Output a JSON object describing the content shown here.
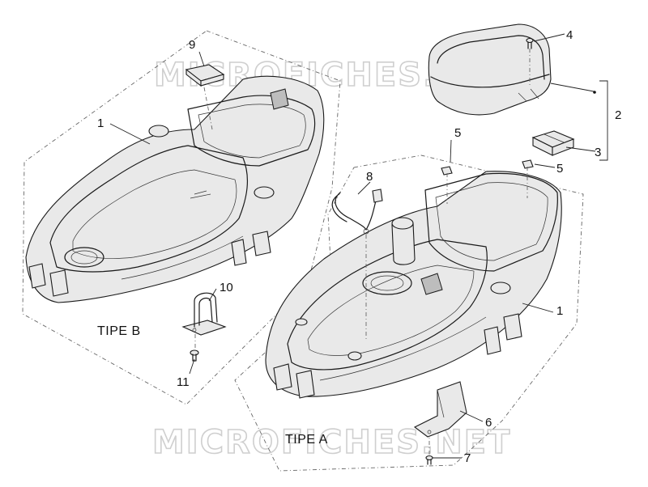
{
  "watermark": "MICROFICHES.NET",
  "groups": {
    "b": {
      "label": "TIPE B"
    },
    "a": {
      "label": "TIPE A"
    }
  },
  "callouts": [
    {
      "id": "c1b",
      "text": "1"
    },
    {
      "id": "c1a",
      "text": "1"
    },
    {
      "id": "c2",
      "text": "2"
    },
    {
      "id": "c3",
      "text": "3"
    },
    {
      "id": "c4",
      "text": "4"
    },
    {
      "id": "c5top",
      "text": "5"
    },
    {
      "id": "c5right",
      "text": "5"
    },
    {
      "id": "c6",
      "text": "6"
    },
    {
      "id": "c7",
      "text": "7"
    },
    {
      "id": "c8",
      "text": "8"
    },
    {
      "id": "c9",
      "text": "9"
    },
    {
      "id": "c10",
      "text": "10"
    },
    {
      "id": "c11",
      "text": "11"
    }
  ]
}
